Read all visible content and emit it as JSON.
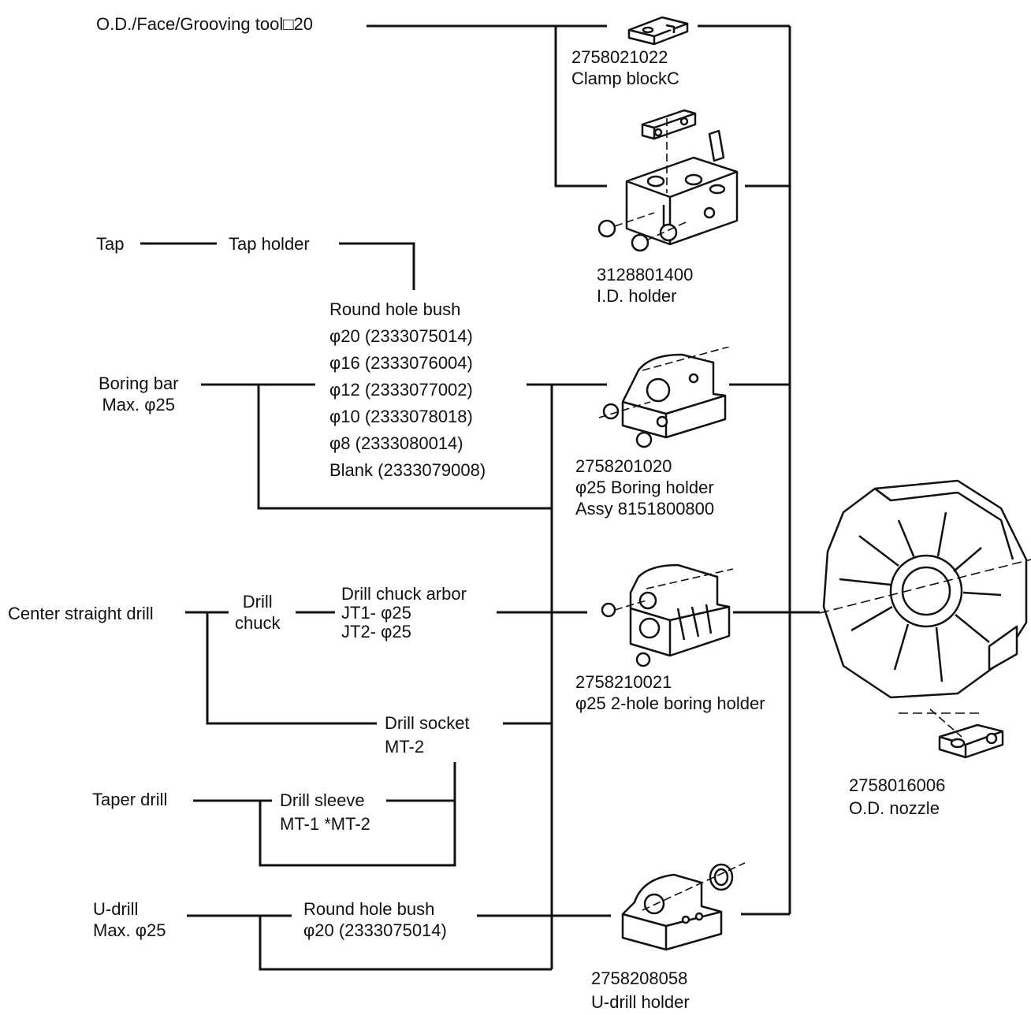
{
  "labels": {
    "od_tool": "O.D./Face/Grooving tool□20",
    "clamp_block": [
      "2758021022",
      "Clamp blockC"
    ],
    "id_holder": [
      "3128801400",
      "I.D. holder"
    ],
    "tap": "Tap",
    "tap_holder": "Tap holder",
    "round_hole_bush": [
      "Round hole bush",
      "φ20 (2333075014)",
      "φ16 (2333076004)",
      "φ12 (2333077002)",
      "φ10 (2333078018)",
      "φ8 (2333080014)",
      "Blank (2333079008)"
    ],
    "boring_bar": [
      "Boring bar",
      "Max. φ25"
    ],
    "boring_holder": [
      "2758201020",
      "φ25 Boring holder",
      "Assy 8151800800"
    ],
    "center_drill": "Center straight drill",
    "drill_chuck": [
      "Drill",
      "chuck"
    ],
    "drill_chuck_arbor": [
      "Drill chuck arbor",
      "JT1-  φ25",
      "JT2-  φ25"
    ],
    "two_hole_holder": [
      "2758210021",
      "φ25 2-hole boring holder"
    ],
    "drill_socket": [
      "Drill socket",
      "MT-2"
    ],
    "od_nozzle": [
      "2758016006",
      "O.D. nozzle"
    ],
    "taper_drill": "Taper drill",
    "drill_sleeve": [
      "Drill sleeve",
      "MT-1 *MT-2"
    ],
    "u_drill": [
      "U-drill",
      "Max.  φ25"
    ],
    "round_hole_bush_2": [
      "Round hole bush",
      "φ20 (2333075014)"
    ],
    "u_drill_holder": [
      "2758208058",
      "U-drill holder"
    ]
  },
  "icons": [
    "clamp-block-icon",
    "id-holder-icon",
    "boring-holder-icon",
    "two-hole-holder-icon",
    "u-drill-holder-icon",
    "turret-icon",
    "od-nozzle-icon"
  ]
}
